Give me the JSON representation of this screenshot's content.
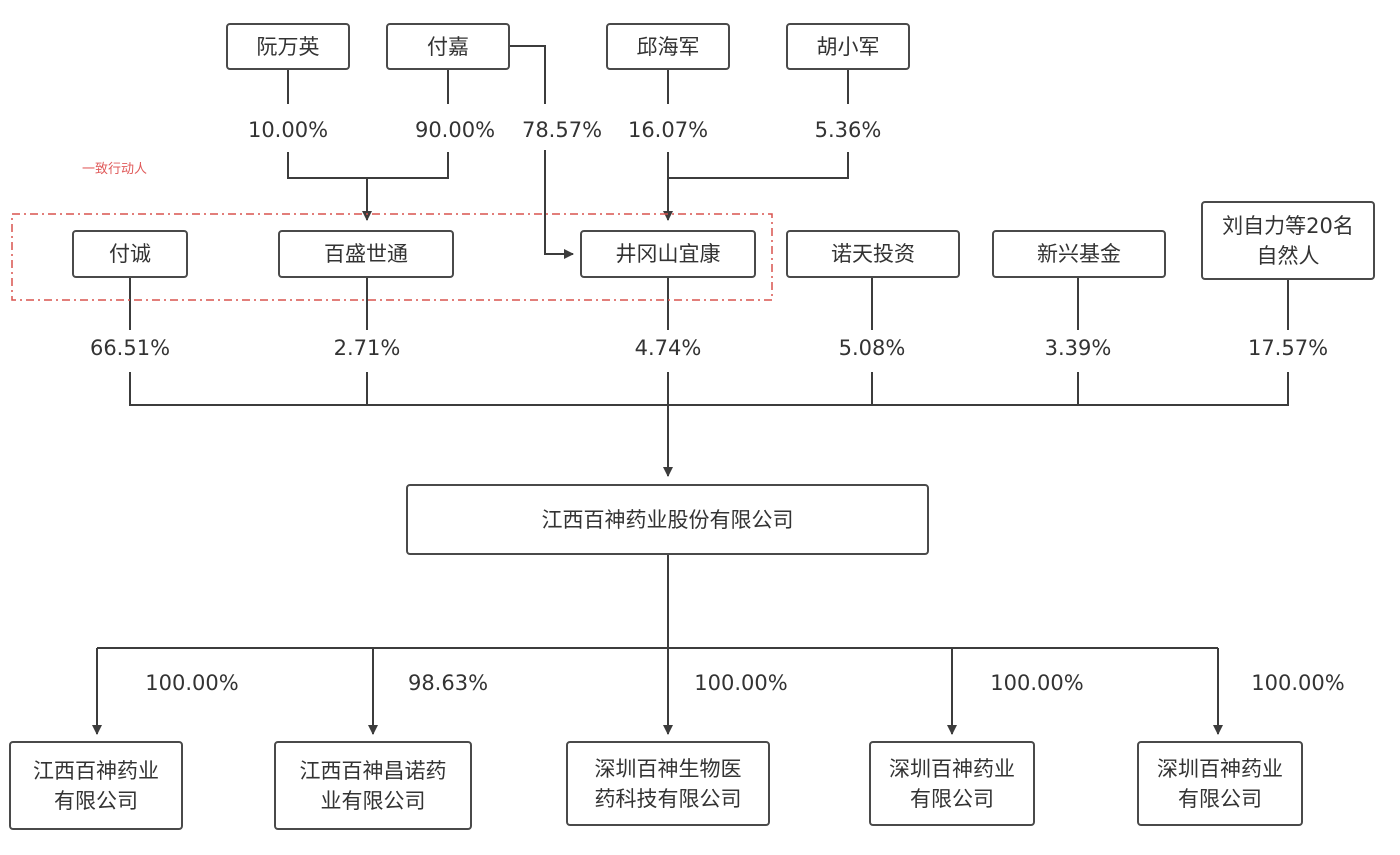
{
  "persons": {
    "ruan_wanying": "阮万英",
    "fu_jia": "付嘉",
    "qiu_haijun": "邱海军",
    "hu_xiaojun": "胡小军"
  },
  "top_pcts": {
    "ruan_to_baisheng": "10.00%",
    "fujia_to_baisheng": "90.00%",
    "fujia_to_jinggangshan": "78.57%",
    "qiu_to_jinggangshan": "16.07%",
    "hu_to_jinggangshan": "5.36%"
  },
  "concert_label": "一致行动人",
  "shareholders": {
    "fu_cheng": "付诚",
    "baisheng": "百盛世通",
    "jinggangshan": "井冈山宜康",
    "nuotian": "诺天投资",
    "xinxing": "新兴基金",
    "liu_line1": "刘自力等20名",
    "liu_line2": "自然人"
  },
  "shareholder_pcts": {
    "fu_cheng": "66.51%",
    "baisheng": "2.71%",
    "jinggangshan": "4.74%",
    "nuotian": "5.08%",
    "xinxing": "3.39%",
    "liu": "17.57%"
  },
  "company": "江西百神药业股份有限公司",
  "subsidiaries": [
    {
      "line1": "江西百神药业",
      "line2": "有限公司",
      "pct": "100.00%"
    },
    {
      "line1": "江西百神昌诺药",
      "line2": "业有限公司",
      "pct": "98.63%"
    },
    {
      "line1": "深圳百神生物医",
      "line2": "药科技有限公司",
      "pct": "100.00%"
    },
    {
      "line1": "深圳百神药业",
      "line2": "有限公司",
      "pct": "100.00%"
    },
    {
      "line1": "深圳百神药业",
      "line2": "有限公司",
      "pct": "100.00%"
    }
  ],
  "colors": {
    "line": "#3c3c3c",
    "box_border": "#4a4a4a",
    "concert_dash": "#d9534f",
    "text": "#333333"
  }
}
